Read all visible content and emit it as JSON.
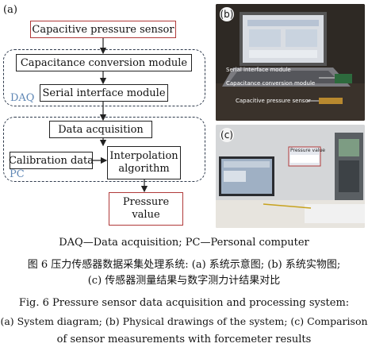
{
  "panel_a": {
    "label": "(a)",
    "sensor_box": "Capacitive pressure sensor",
    "daq": {
      "label": "DAQ",
      "capacitance_box": "Capacitance conversion module",
      "serial_box": "Serial interface module"
    },
    "pc": {
      "label": "PC",
      "data_acq_box": "Data acquisition",
      "calibration_box": "Calibration data",
      "interp_line1": "Interpolation",
      "interp_line2": "algorithm"
    },
    "output_line1": "Pressure",
    "output_line2": "value"
  },
  "panel_b": {
    "label": "(b)",
    "callouts": [
      "Serial interface module",
      "Capacitance conversion module",
      "Capacitive pressure sensor"
    ]
  },
  "panel_c": {
    "label": "(c)",
    "callout": "Pressure value"
  },
  "captions": {
    "abbrev": "DAQ—Data acquisition; PC—Personal computer",
    "cn_line1": "图 6  压力传感器数据采集处理系统: (a) 系统示意图; (b) 系统实物图;",
    "cn_line2": "(c) 传感器测量结果与数字测力计结果对比",
    "en_line1": "Fig. 6   Pressure sensor data acquisition and processing system:",
    "en_line2": "(a) System diagram; (b) Physical drawings of the system; (c) Comparison",
    "en_line3": "of sensor measurements with forcemeter results"
  },
  "colors": {
    "accent_red": "#b03a3a",
    "group_label_blue": "#5f87b5",
    "dashed_border": "#2f3b4d"
  }
}
